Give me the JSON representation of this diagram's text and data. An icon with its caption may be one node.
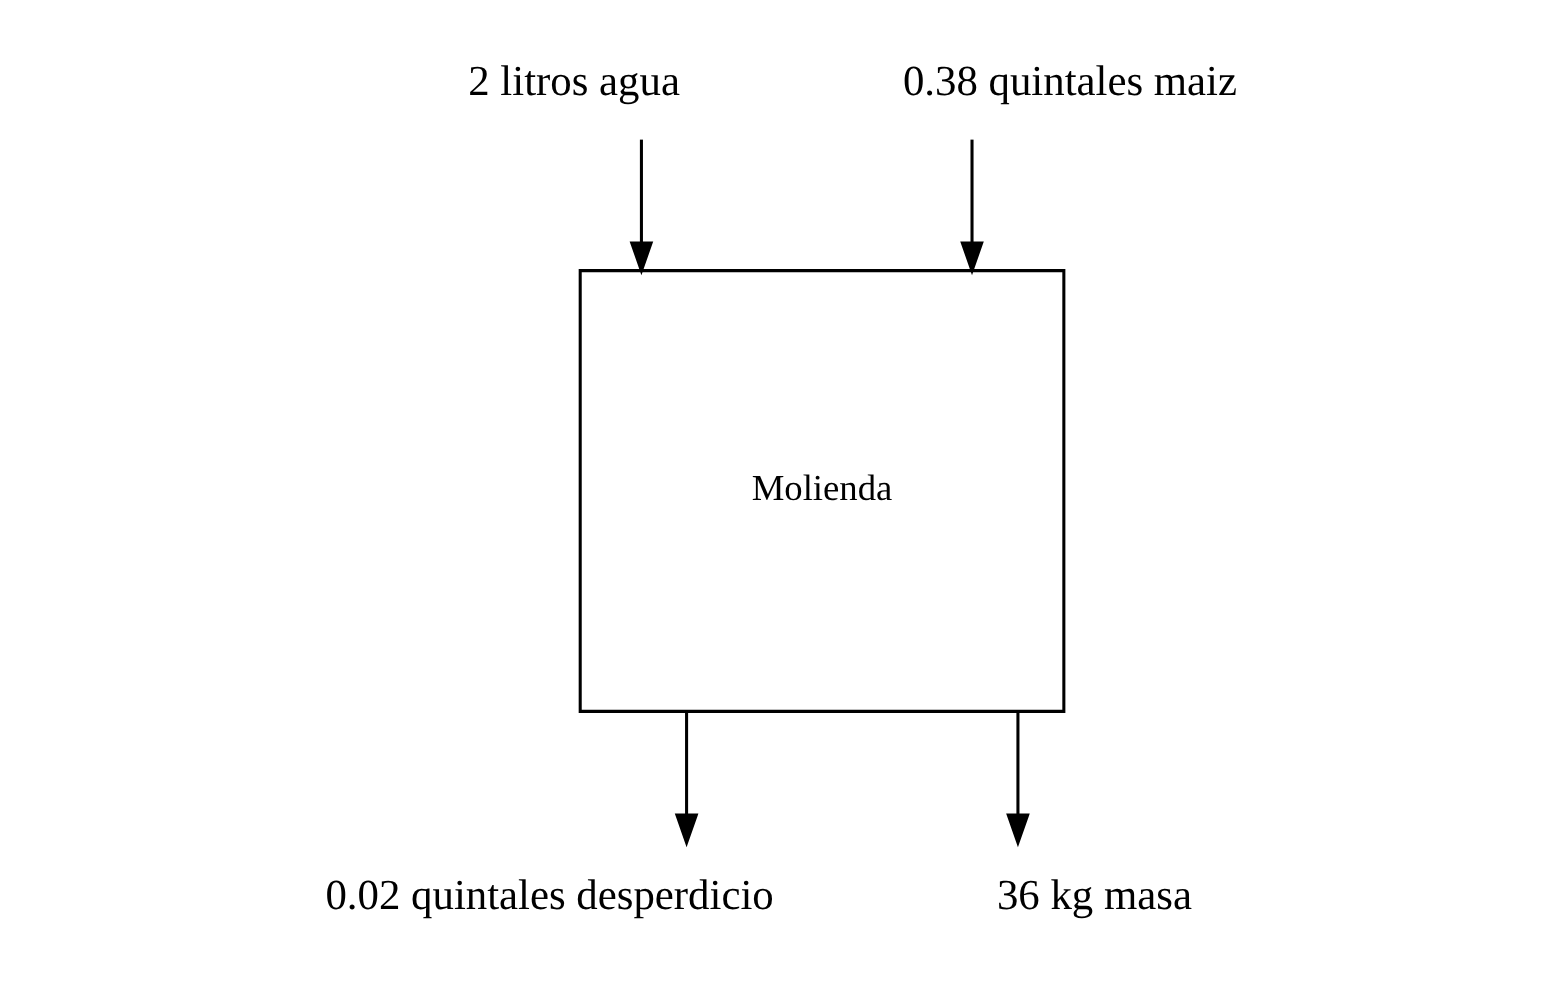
{
  "diagram": {
    "nodes": [
      {
        "text": [
          "2 litros agua"
        ]
      },
      {
        "text": [
          "0.38 quintales maiz"
        ]
      },
      {
        "text": [
          "Molienda"
        ]
      },
      {
        "text": [
          "0.02 quintales desperdicio"
        ]
      },
      {
        "text": [
          "36 kg masa"
        ]
      }
    ],
    "edges": [
      {
        "from": 0,
        "to": 2,
        "arrow": "to"
      },
      {
        "from": 1,
        "to": 2,
        "arrow": "to"
      },
      {
        "from": 2,
        "to": 3,
        "arrow": "to"
      },
      {
        "from": 2,
        "to": 4,
        "arrow": "to"
      }
    ]
  }
}
